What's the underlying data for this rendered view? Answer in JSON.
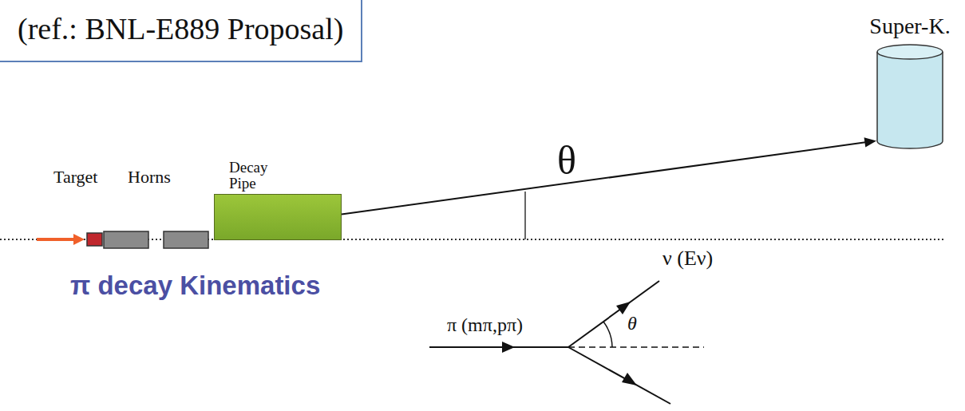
{
  "diagram": {
    "nodes": [
      {
        "text": [
          "(ref.: BNL-E889 Proposal)"
        ]
      },
      {
        "text": [
          "Decay Pipe"
        ]
      },
      {
        "text": [
          "Super-K."
        ]
      }
    ],
    "edges": [
      {
        "from": 1,
        "to": 2,
        "arrow": "to"
      }
    ],
    "labels": [
      "Target",
      "Horns",
      "θ",
      "π decay Kinematics",
      "π (mπ,pπ)",
      "ν (Eν)",
      "θ"
    ]
  }
}
